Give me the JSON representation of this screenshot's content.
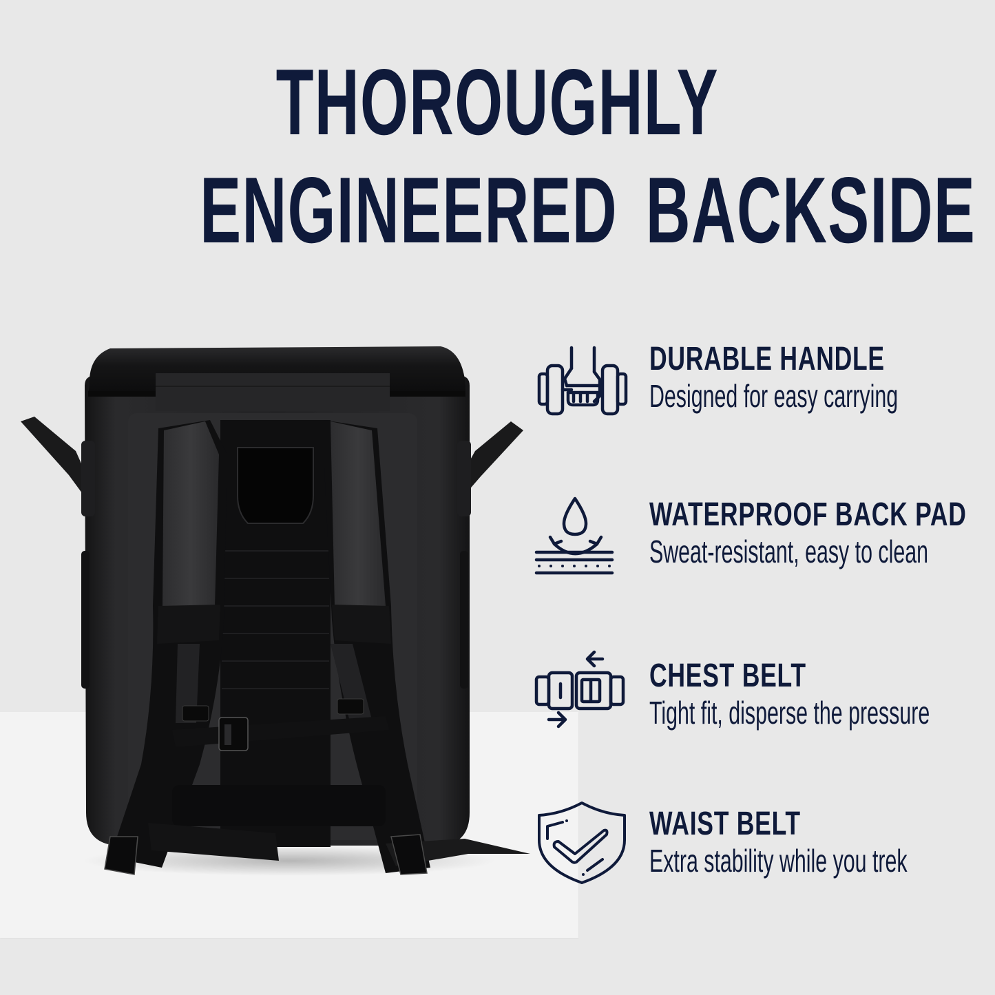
{
  "title": {
    "line1": "THOROUGHLY",
    "line2": "ENGINEERED BACKSIDE"
  },
  "colors": {
    "background": "#e8e8e8",
    "floor": "#f3f3f3",
    "navy": "#0f1a3a",
    "product_black": "#1b1b1c"
  },
  "product": {
    "name": "backpack-cooler-back-view"
  },
  "features": [
    {
      "icon": "hand-grip-handle-icon",
      "heading": "DURABLE HANDLE",
      "subtitle": "Designed for easy carrying"
    },
    {
      "icon": "water-drop-layers-icon",
      "heading": "WATERPROOF BACK PAD",
      "subtitle": "Sweat-resistant, easy to clean"
    },
    {
      "icon": "buckle-arrows-icon",
      "heading": "CHEST BELT",
      "subtitle": "Tight fit, disperse the pressure"
    },
    {
      "icon": "shield-check-icon",
      "heading": "WAIST BELT",
      "subtitle": "Extra stability while you trek"
    }
  ]
}
